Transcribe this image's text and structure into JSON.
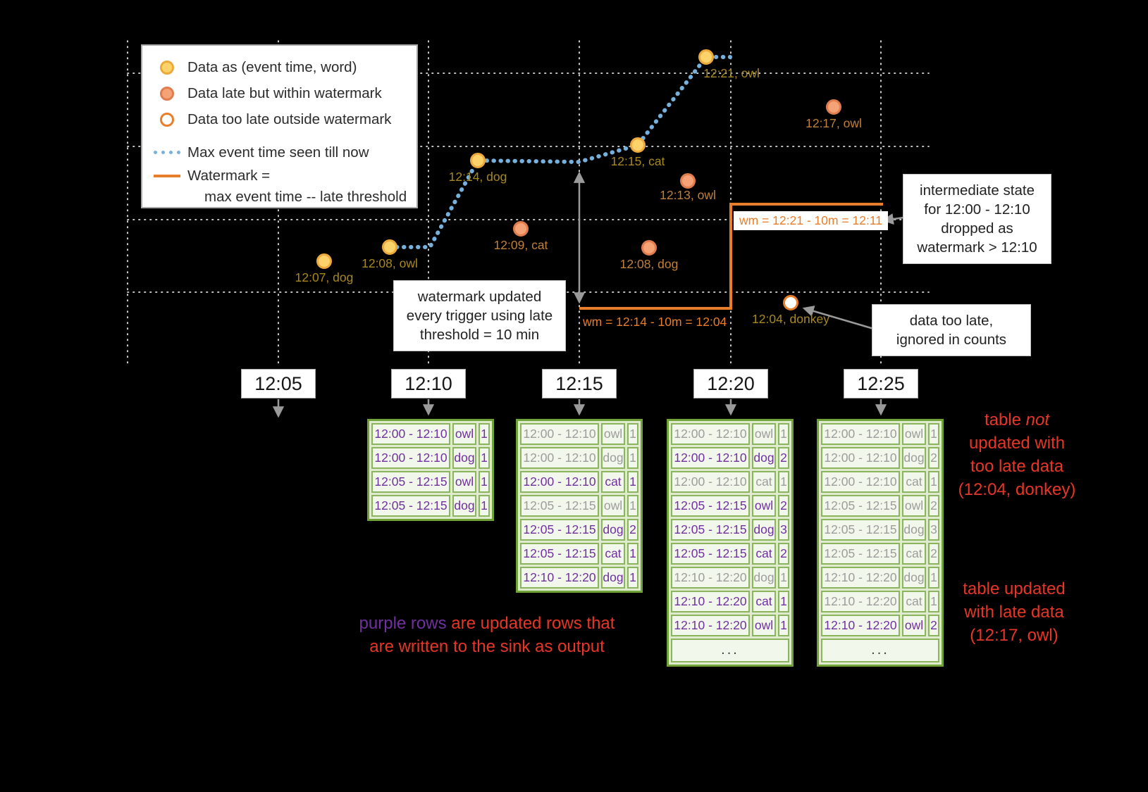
{
  "colors": {
    "background": "#000000",
    "on_time_dot": "#fcd36a",
    "late_dot": "#f4a276",
    "too_late_ring": "#e87d2a",
    "max_event_time_line": "#76b0dc",
    "watermark_line": "#e87d2a",
    "table_border_green": "#6fa338",
    "updated_row_purple": "#7030a0",
    "unchanged_row_gray": "#9c9c9c",
    "annotation_red": "#e73527"
  },
  "legend": {
    "items": [
      {
        "icon": "on-time-dot",
        "label": "Data as (event time, word)"
      },
      {
        "icon": "late-dot",
        "label": "Data late but within watermark"
      },
      {
        "icon": "too-late-open-dot",
        "label": "Data too late outside watermark"
      },
      {
        "icon": "blue-dotted-line",
        "label": "Max event time seen till now"
      },
      {
        "icon": "orange-line",
        "label": "Watermark =",
        "label_line2": "max event time -- late threshold"
      }
    ]
  },
  "points": [
    {
      "label": "12:07, dog",
      "type": "on-time"
    },
    {
      "label": "12:08, owl",
      "type": "on-time"
    },
    {
      "label": "12:14, dog",
      "type": "on-time"
    },
    {
      "label": "12:15, cat",
      "type": "on-time"
    },
    {
      "label": "12:21, owl",
      "type": "on-time"
    },
    {
      "label": "12:09, cat",
      "type": "late"
    },
    {
      "label": "12:08, dog",
      "type": "late"
    },
    {
      "label": "12:13, owl",
      "type": "late"
    },
    {
      "label": "12:17, owl",
      "type": "late"
    },
    {
      "label": "12:04, donkey",
      "type": "too-late"
    }
  ],
  "watermark": {
    "label1": "wm = 12:14 - 10m = 12:04",
    "label2": "wm = 12:21 - 10m = 12:11"
  },
  "callouts": {
    "watermark_update": [
      "watermark updated",
      "every trigger using late",
      "threshold = 10 min"
    ],
    "intermediate_state": [
      "intermediate state",
      "for 12:00 - 12:10",
      "dropped as",
      "watermark > 12:10"
    ],
    "too_late": [
      "data too late,",
      "ignored in counts"
    ]
  },
  "triggers": [
    {
      "time": "12:05"
    },
    {
      "time": "12:10"
    },
    {
      "time": "12:15"
    },
    {
      "time": "12:20"
    },
    {
      "time": "12:25"
    }
  ],
  "tables": [
    {
      "trigger": "12:10",
      "rows": [
        {
          "window": "12:00 - 12:10",
          "word": "owl",
          "count": "1",
          "updated": true
        },
        {
          "window": "12:00 - 12:10",
          "word": "dog",
          "count": "1",
          "updated": true
        },
        {
          "window": "12:05 - 12:15",
          "word": "owl",
          "count": "1",
          "updated": true
        },
        {
          "window": "12:05 - 12:15",
          "word": "dog",
          "count": "1",
          "updated": true
        }
      ]
    },
    {
      "trigger": "12:15",
      "rows": [
        {
          "window": "12:00 - 12:10",
          "word": "owl",
          "count": "1",
          "updated": false
        },
        {
          "window": "12:00 - 12:10",
          "word": "dog",
          "count": "1",
          "updated": false
        },
        {
          "window": "12:00 - 12:10",
          "word": "cat",
          "count": "1",
          "updated": true
        },
        {
          "window": "12:05 - 12:15",
          "word": "owl",
          "count": "1",
          "updated": false
        },
        {
          "window": "12:05 - 12:15",
          "word": "dog",
          "count": "2",
          "updated": true
        },
        {
          "window": "12:05 - 12:15",
          "word": "cat",
          "count": "1",
          "updated": true
        },
        {
          "window": "12:10 - 12:20",
          "word": "dog",
          "count": "1",
          "updated": true
        }
      ]
    },
    {
      "trigger": "12:20",
      "rows": [
        {
          "window": "12:00 - 12:10",
          "word": "owl",
          "count": "1",
          "updated": false
        },
        {
          "window": "12:00 - 12:10",
          "word": "dog",
          "count": "2",
          "updated": true
        },
        {
          "window": "12:00 - 12:10",
          "word": "cat",
          "count": "1",
          "updated": false
        },
        {
          "window": "12:05 - 12:15",
          "word": "owl",
          "count": "2",
          "updated": true
        },
        {
          "window": "12:05 - 12:15",
          "word": "dog",
          "count": "3",
          "updated": true
        },
        {
          "window": "12:05 - 12:15",
          "word": "cat",
          "count": "2",
          "updated": true
        },
        {
          "window": "12:10 - 12:20",
          "word": "dog",
          "count": "1",
          "updated": false
        },
        {
          "window": "12:10 - 12:20",
          "word": "cat",
          "count": "1",
          "updated": true
        },
        {
          "window": "12:10 - 12:20",
          "word": "owl",
          "count": "1",
          "updated": true
        }
      ],
      "ellipsis": "..."
    },
    {
      "trigger": "12:25",
      "rows": [
        {
          "window": "12:00 - 12:10",
          "word": "owl",
          "count": "1",
          "updated": false
        },
        {
          "window": "12:00 - 12:10",
          "word": "dog",
          "count": "2",
          "updated": false
        },
        {
          "window": "12:00 - 12:10",
          "word": "cat",
          "count": "1",
          "updated": false
        },
        {
          "window": "12:05 - 12:15",
          "word": "owl",
          "count": "2",
          "updated": false
        },
        {
          "window": "12:05 - 12:15",
          "word": "dog",
          "count": "3",
          "updated": false
        },
        {
          "window": "12:05 - 12:15",
          "word": "cat",
          "count": "2",
          "updated": false
        },
        {
          "window": "12:10 - 12:20",
          "word": "dog",
          "count": "1",
          "updated": false
        },
        {
          "window": "12:10 - 12:20",
          "word": "cat",
          "count": "1",
          "updated": false
        },
        {
          "window": "12:10 - 12:20",
          "word": "owl",
          "count": "2",
          "updated": true
        }
      ],
      "ellipsis": "..."
    }
  ],
  "annotations": {
    "not_updated": {
      "line1_pre": "table ",
      "line1_italic": "not",
      "line2": "updated with",
      "line3": "too late data",
      "line4": "(12:04, donkey)"
    },
    "updated_late": [
      "table updated",
      "with late data",
      "(12:17, owl)"
    ],
    "purple_rows": {
      "line1_highlight": "purple rows",
      "line1_rest": " are updated rows that",
      "line2": "are written to the sink as output"
    }
  }
}
